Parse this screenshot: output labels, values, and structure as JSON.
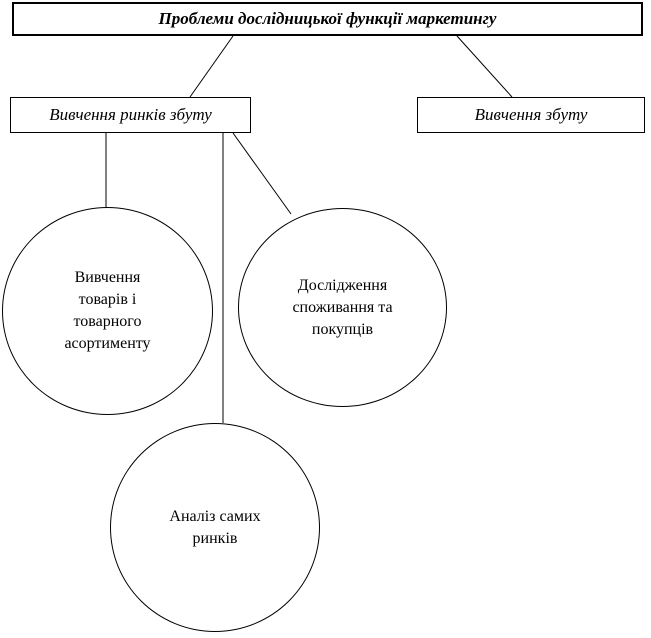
{
  "diagram": {
    "title": "Проблеми дослідницької функції маркетингу",
    "boxes": {
      "market_research": {
        "label": "Вивчення ринків збуту"
      },
      "sales_research": {
        "label": "Вивчення збуту"
      }
    },
    "circles": {
      "goods_assortment": {
        "label": "Вивчення товарів і товарного асортименту"
      },
      "consumption_buyers": {
        "label": "Дослідження споживання та покупців"
      },
      "markets_analysis": {
        "label": "Аналіз самих ринків"
      }
    },
    "colors": {
      "line": "#000000",
      "background": "#ffffff",
      "text": "#000000"
    }
  }
}
